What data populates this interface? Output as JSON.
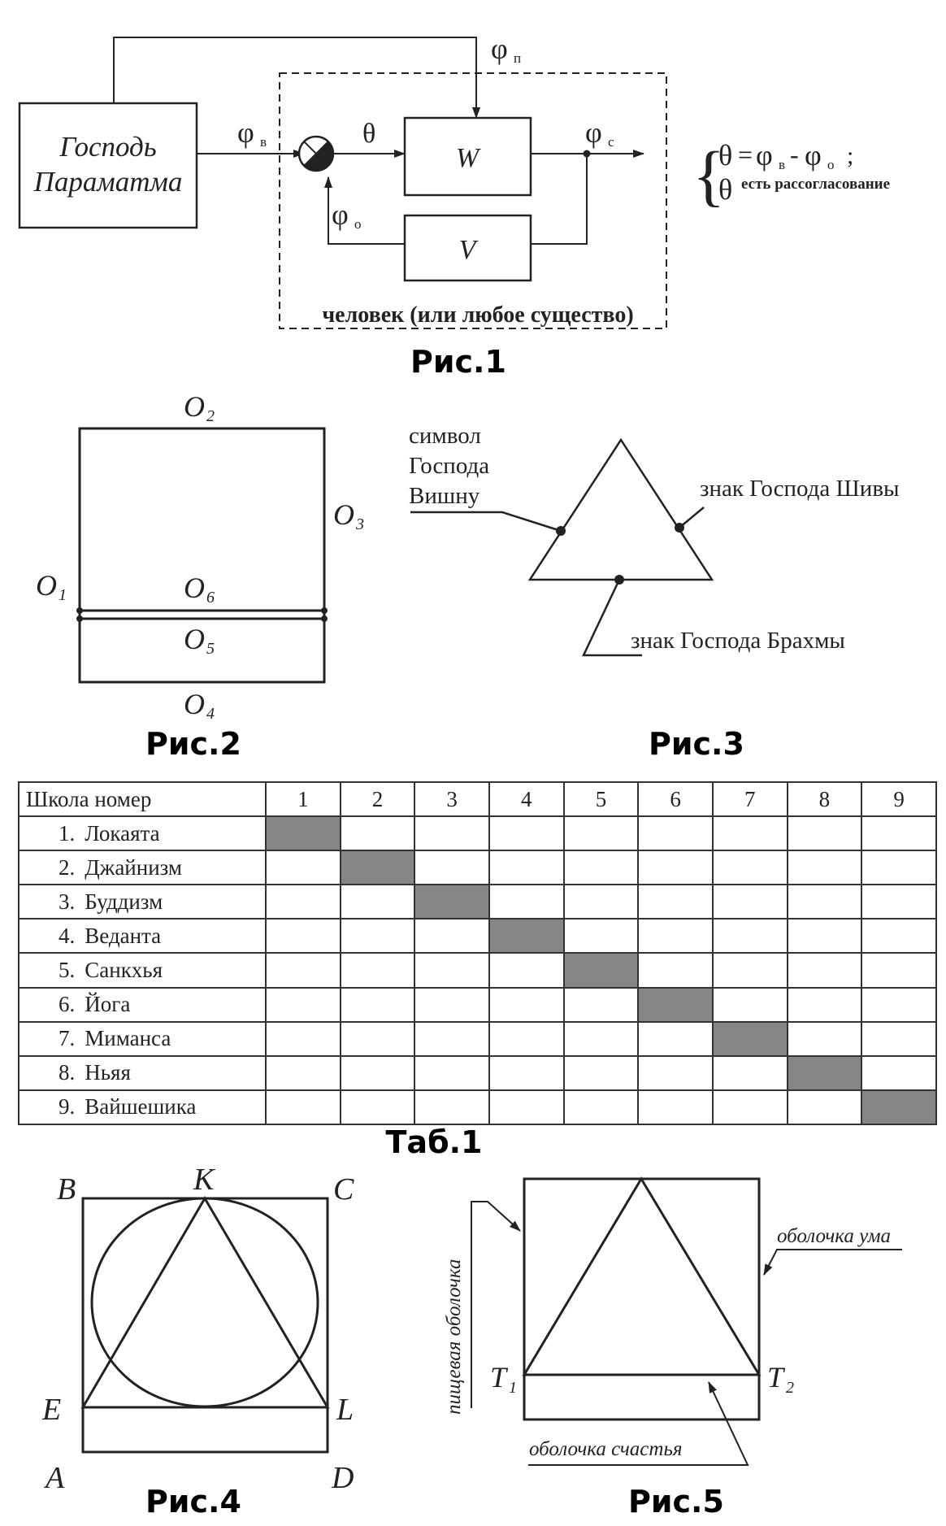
{
  "fig1": {
    "caption": "Рис.1",
    "lord_line1": "Господь",
    "lord_line2": "Параматма",
    "phi_v": "φ",
    "phi_v_sub": "в",
    "phi_p": "φ",
    "phi_p_sub": "п",
    "theta": "θ",
    "block_w": "W",
    "block_v": "V",
    "phi_c": "φ",
    "phi_c_sub": "c",
    "phi_o": "φ",
    "phi_o_sub": "o",
    "human_label": "человек (или любое существо)",
    "brace": "{",
    "eq_theta": "θ",
    "eq_equals": "=",
    "eq_phi1": "φ",
    "eq_phi1_sub": "в",
    "eq_minus": "-",
    "eq_phi2": "φ",
    "eq_phi2_sub": "o",
    "eq_semicolon": ";",
    "eq2_theta": "θ",
    "eq2_text": "есть рассогласование"
  },
  "fig2": {
    "caption": "Рис.2",
    "o1": "O",
    "o1_sub": "1",
    "o2": "O",
    "o2_sub": "2",
    "o3": "O",
    "o3_sub": "3",
    "o4": "O",
    "o4_sub": "4",
    "o5": "O",
    "o5_sub": "5",
    "o6": "O",
    "o6_sub": "6"
  },
  "fig3": {
    "caption": "Рис.3",
    "vishnu_line1": "символ",
    "vishnu_line2": "Господа",
    "vishnu_line3": "Вишну",
    "shiva": "знак Господа Шивы",
    "brahma": "знак Господа Брахмы"
  },
  "table1": {
    "caption": "Таб.1",
    "header_label": "Школа номер",
    "columns": [
      "1",
      "2",
      "3",
      "4",
      "5",
      "6",
      "7",
      "8",
      "9"
    ],
    "rows": [
      {
        "num": "1.",
        "name": "Локаята"
      },
      {
        "num": "2.",
        "name": "Джайнизм"
      },
      {
        "num": "3.",
        "name": "Буддизм"
      },
      {
        "num": "4.",
        "name": "Веданта"
      },
      {
        "num": "5.",
        "name": "Санкхья"
      },
      {
        "num": "6.",
        "name": "Йога"
      },
      {
        "num": "7.",
        "name": "Миманса"
      },
      {
        "num": "8.",
        "name": "Ньяя"
      },
      {
        "num": "9.",
        "name": "Вайшешика"
      }
    ],
    "fill_color": "#868686"
  },
  "fig4": {
    "caption": "Рис.4",
    "b": "B",
    "k": "K",
    "c": "C",
    "e": "E",
    "l": "L",
    "a": "A",
    "d": "D"
  },
  "fig5": {
    "caption": "Рис.5",
    "food_sheath": "пищевая оболочка",
    "mind_sheath": "оболочка ума",
    "bliss_sheath": "оболочка счастья",
    "t1": "T",
    "t1_sub": "1",
    "t2": "T",
    "t2_sub": "2"
  }
}
